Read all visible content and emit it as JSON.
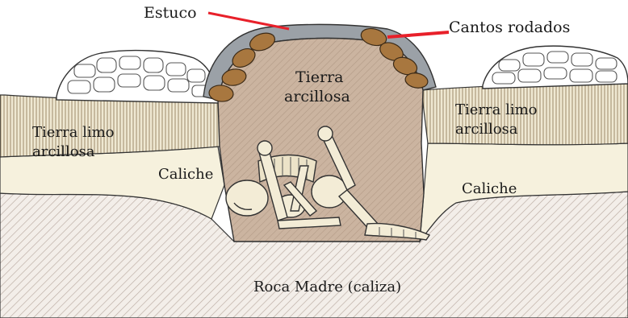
{
  "labels": {
    "estuco": "Estuco",
    "cantos_rodados": "Cantos rodados",
    "tierra_arcillosa_1": "Tierra",
    "tierra_arcillosa_2": "arcillosa",
    "tierra_limo_left_1": "Tierra limo",
    "tierra_limo_left_2": "arcillosa",
    "tierra_limo_right_1": "Tierra limo",
    "tierra_limo_right_2": "arcillosa",
    "caliche_left": "Caliche",
    "caliche_right": "Caliche",
    "roca_madre": "Roca Madre (caliza)"
  },
  "colors": {
    "pointer": "#e8202a",
    "stucco": "#9aa0a6",
    "fill_earth": "#cdb5a0",
    "pebbles": "#a8773f",
    "caliche": "#f5f0dc",
    "limo": "#efe7cf",
    "bedrock": "#f1ebe6",
    "bone": "#f3ecd6"
  }
}
